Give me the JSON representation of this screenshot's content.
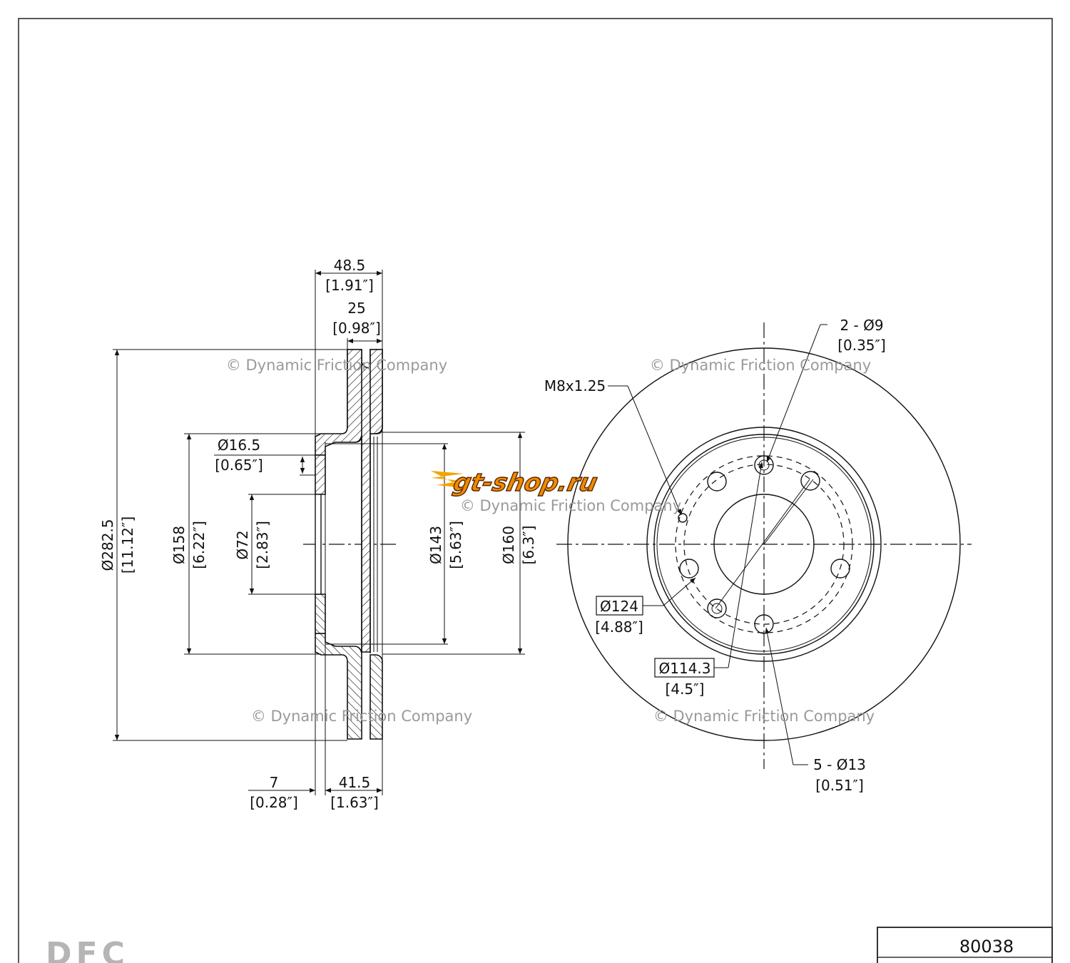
{
  "watermark": "© Dynamic Friction Company",
  "logo_text": "gt-shop.ru",
  "part_number": "80038",
  "brand_mark": "DFC",
  "side_view": {
    "overall_width": {
      "mm": "48.5",
      "in": "[1.91″]"
    },
    "rotor_thickness": {
      "mm": "25",
      "in": "[0.98″]"
    },
    "outer_diameter": {
      "mm": "Ø282.5",
      "in": "[11.12″]"
    },
    "hat_diameter": {
      "mm": "Ø158",
      "in": "[6.22″]"
    },
    "center_bore": {
      "mm": "Ø72",
      "in": "[2.83″]"
    },
    "hole_16": {
      "mm": "Ø16.5",
      "in": "[0.65″]"
    },
    "inner_143": {
      "mm": "Ø143",
      "in": "[5.63″]"
    },
    "inner_160": {
      "mm": "Ø160",
      "in": "[6.3″]"
    },
    "flange_thickness": {
      "mm": "7",
      "in": "[0.28″]"
    },
    "hat_height": {
      "mm": "41.5",
      "in": "[1.63″]"
    }
  },
  "front_view": {
    "small_holes": {
      "mm": "2 - Ø9",
      "in": "[0.35″]"
    },
    "thread": "M8x1.25",
    "bolt_circle_124": {
      "mm": "Ø124",
      "in": "[4.88″]"
    },
    "bolt_circle_114": {
      "mm": "Ø114.3",
      "in": "[4.5″]"
    },
    "lug_holes": {
      "mm": "5 - Ø13",
      "in": "[0.51″]"
    }
  }
}
